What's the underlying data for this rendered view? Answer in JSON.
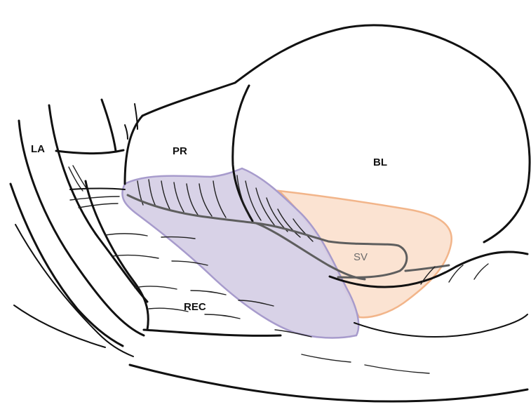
{
  "labels": {
    "la": "LA",
    "pr": "PR",
    "bl": "BL",
    "sv": "SV",
    "rec": "REC"
  },
  "colors": {
    "prostate_overlay_fill": "#d6d0e6",
    "prostate_overlay_stroke": "#a79bcc",
    "seminal_vesicle_overlay_fill": "#fbe3d2",
    "seminal_vesicle_overlay_stroke": "#f2b58a",
    "duct": "#5e5e5e",
    "ink": "#111111"
  }
}
